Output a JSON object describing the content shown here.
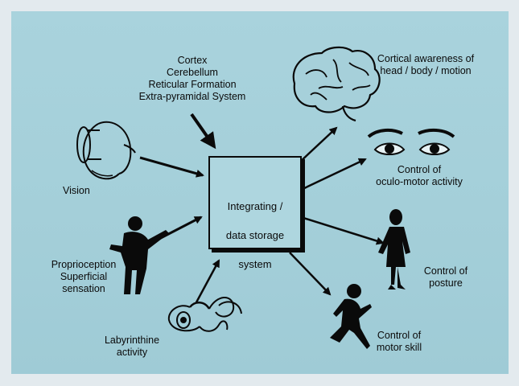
{
  "diagram": {
    "inputs_top": {
      "lines": [
        "Cortex",
        "Cerebellum",
        "Reticular Formation",
        "Extra-pyramidal System"
      ]
    },
    "center": {
      "lines": [
        "Integrating /",
        "data storage",
        "system"
      ]
    },
    "inputs_left": {
      "vision": "Vision",
      "proprioception": [
        "Proprioception",
        "Superficial",
        "sensation"
      ],
      "labyrinthine": [
        "Labyrinthine",
        "activity"
      ]
    },
    "outputs": {
      "cortical_awareness": [
        "Cortical awareness of",
        "head / body / motion"
      ],
      "oculo_motor": [
        "Control of",
        "oculo-motor activity"
      ],
      "posture": [
        "Control of",
        "posture"
      ],
      "motor_skill": [
        "Control of",
        "motor skill"
      ]
    },
    "colors": {
      "background": "#a6d0da",
      "ink": "#0a0a0a"
    }
  }
}
